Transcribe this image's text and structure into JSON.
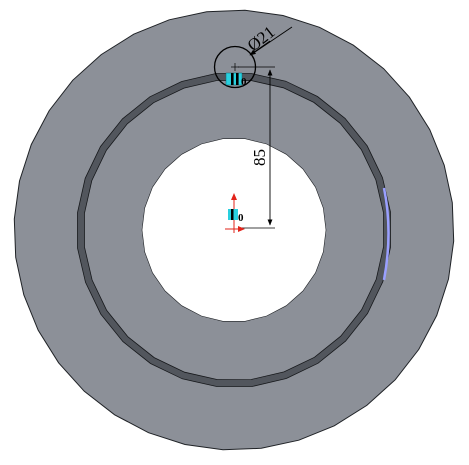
{
  "drawing": {
    "dimension_diameter": "Ø21",
    "dimension_distance": "85",
    "relation_glyph_top": "0",
    "relation_glyph_origin": "0"
  },
  "colors": {
    "background": "#ffffff",
    "part_face": "#8c9098",
    "part_edge": "#1f2226",
    "groove": "#52565d",
    "groove_edge": "#15171a",
    "groove_highlight": "#9aa0ff",
    "hole": "#ffffff",
    "sketch_line": "#000000",
    "relation_fill": "#29d0df",
    "origin_red": "#e2231a"
  },
  "icons": [
    "origin-icon",
    "coincident-relation-icon"
  ]
}
